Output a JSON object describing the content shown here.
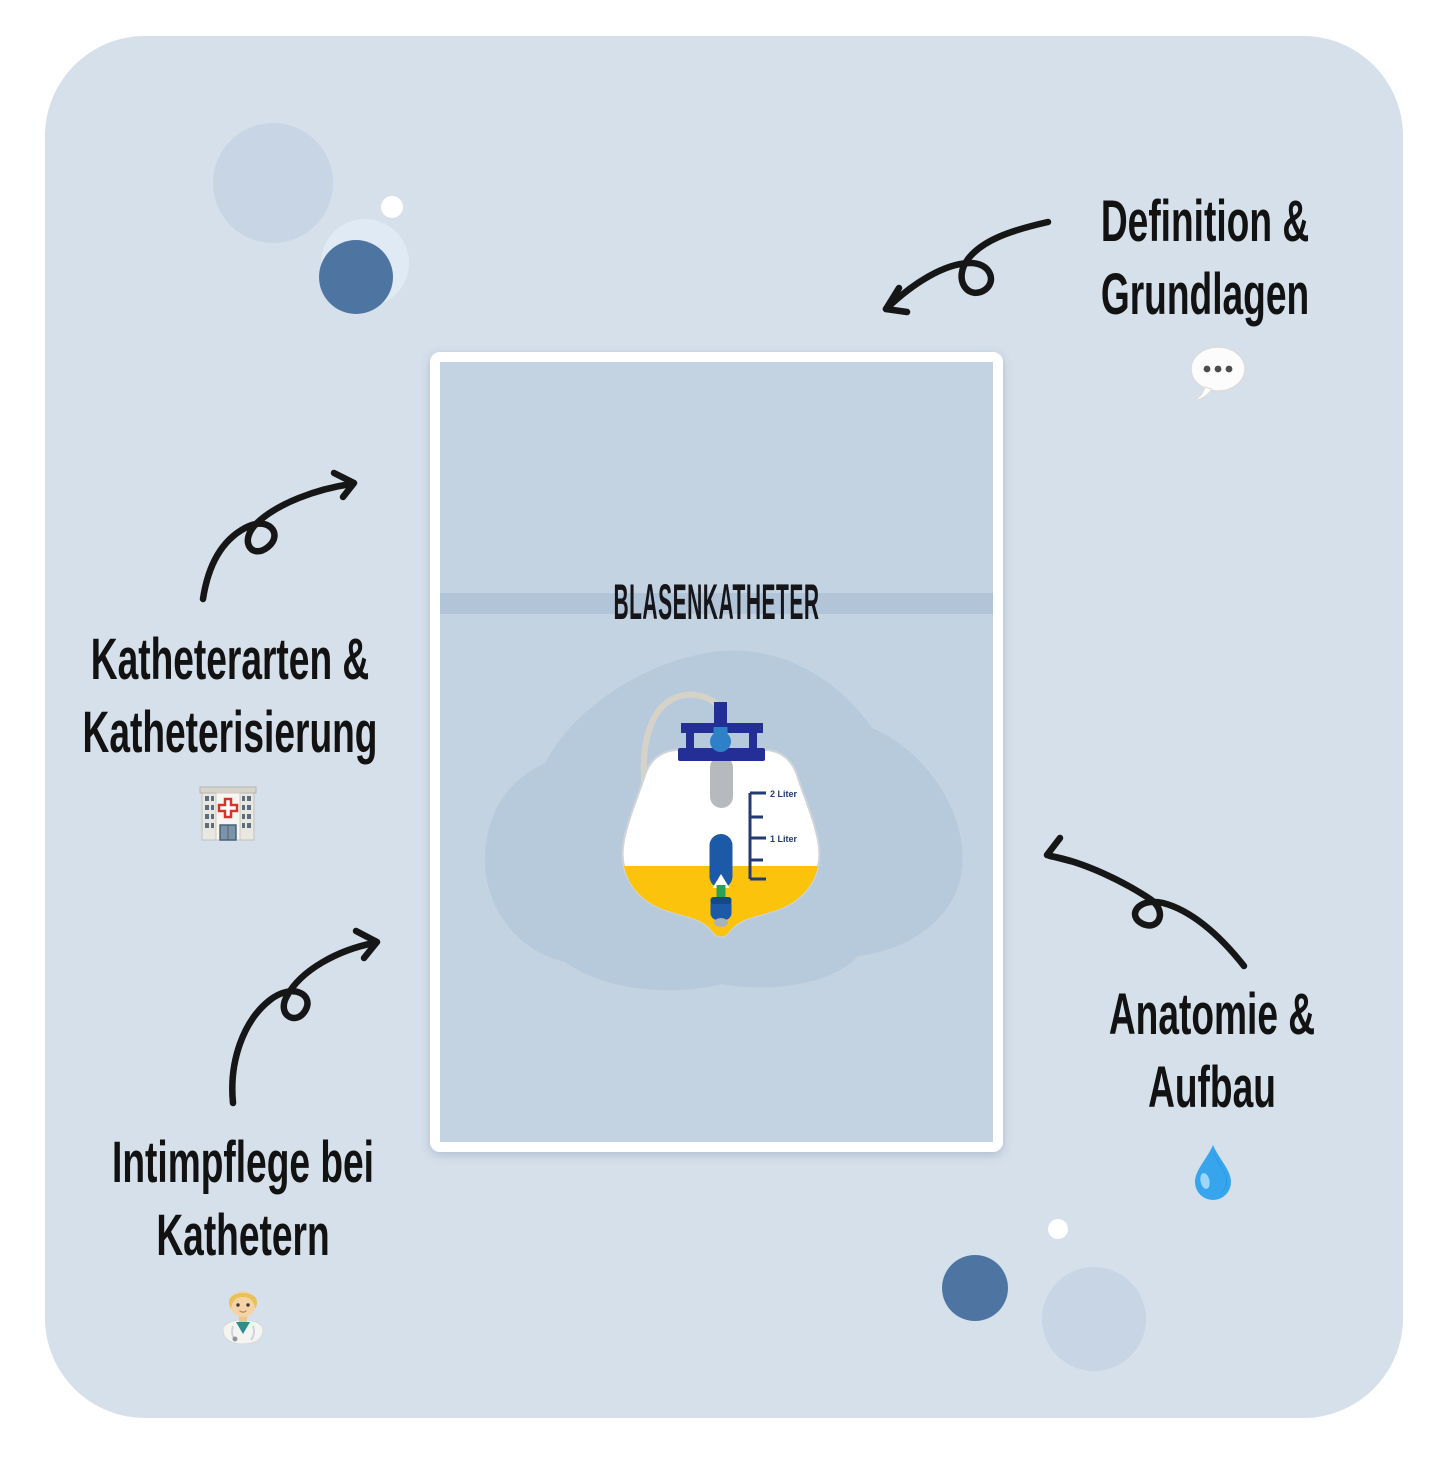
{
  "page": {
    "canvas_bg": "#ffffff",
    "board_bg": "#d5e0eb",
    "arrow_color": "#161616"
  },
  "card": {
    "title": "BLASENKATHETER",
    "bg": "#c4d3e1",
    "band_bg": "#b1c4d8",
    "frame": "#ffffff"
  },
  "illustration": {
    "name": "urine-drainage-bag",
    "scale_marks": {
      "top": "2 Liter",
      "middle": "1 Liter"
    },
    "colors": {
      "blob": "#b7cadb",
      "bag_white": "#ffffff",
      "urine_yellow": "#fcc30c",
      "hanger_navy": "#232e97",
      "valve_blue": "#1c5aa8",
      "clamp_blue": "#2e80c8",
      "tube_gray": "#d7d2c8",
      "green": "#2aa05a",
      "scale_navy": "#233a72"
    }
  },
  "topics": [
    {
      "id": "definition-grundlagen",
      "lines": [
        "Definition &",
        "Grundlagen"
      ],
      "icon": "speech-bubble-icon"
    },
    {
      "id": "katheterarten-katheterisierung",
      "lines": [
        "Katheterarten &",
        "Katheterisierung"
      ],
      "icon": "hospital-icon"
    },
    {
      "id": "intimpflege-kathetern",
      "lines": [
        "Intimpflege bei",
        "Kathetern"
      ],
      "icon": "male-health-worker-icon"
    },
    {
      "id": "anatomie-aufbau",
      "lines": [
        "Anatomie &",
        "Aufbau"
      ],
      "icon": "droplet-icon"
    }
  ],
  "decor": {
    "dark_circle": "#4e75a2",
    "light_circle": "#c7d5e4",
    "halo_circle": "#dfeaf4",
    "white_dot": "#ffffff"
  }
}
